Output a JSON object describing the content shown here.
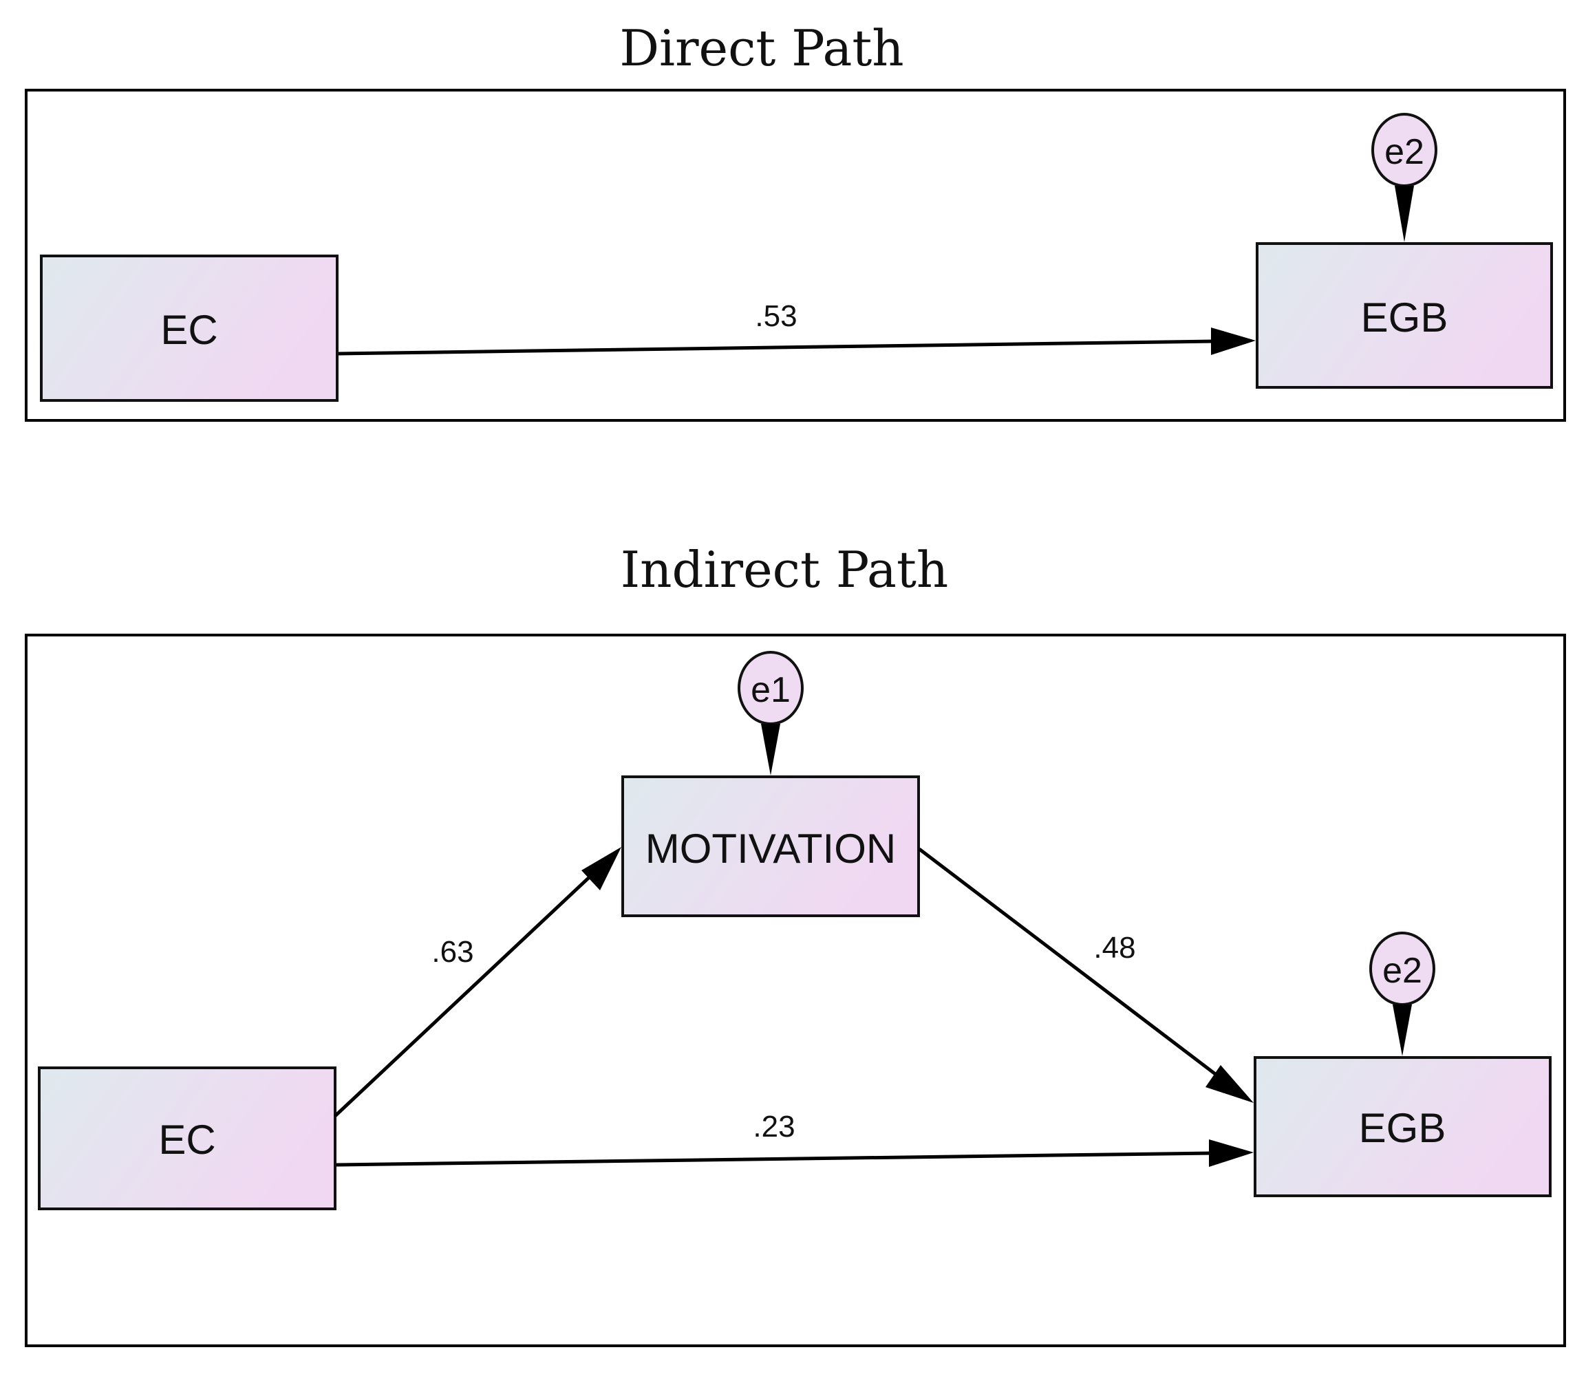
{
  "colors": {
    "box_gradient_start": "#dfe9ee",
    "box_gradient_end": "#f1d8f2",
    "error_fill": "#f0dcf2",
    "stroke": "#000000"
  },
  "direct_panel": {
    "title": "Direct Path",
    "nodes": {
      "ec": "EC",
      "egb": "EGB"
    },
    "errors": {
      "egb": "e2"
    },
    "paths": {
      "ec_egb": ".53"
    }
  },
  "indirect_panel": {
    "title": "Indirect Path",
    "nodes": {
      "ec": "EC",
      "motivation": "MOTIVATION",
      "egb": "EGB"
    },
    "errors": {
      "motivation": "e1",
      "egb": "e2"
    },
    "paths": {
      "ec_motivation": ".63",
      "motivation_egb": ".48",
      "ec_egb": ".23"
    }
  }
}
